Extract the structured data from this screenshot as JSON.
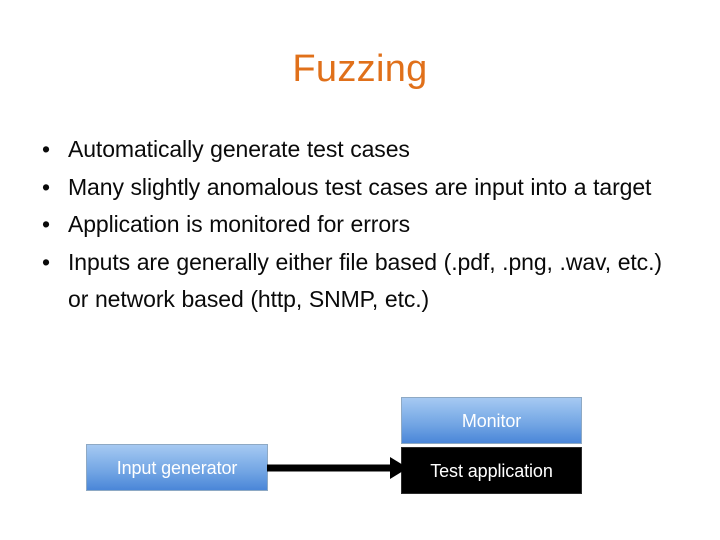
{
  "slide": {
    "title": "Fuzzing",
    "title_color": "#E0701A",
    "background_color": "#ffffff",
    "bullets": [
      "Automatically generate test cases",
      "Many slightly anomalous test cases are input into a target",
      "Application is monitored for errors",
      "Inputs are generally either file based (.pdf, .png, .wav, etc.) or network based (http, SNMP, etc.)"
    ],
    "bullet_marker": "•"
  },
  "diagram": {
    "blue_gradient_top": "#a6c9f2",
    "blue_gradient_bottom": "#4a86d8",
    "black_fill": "#000000",
    "label_color": "#ffffff",
    "nodes": {
      "input_generator": "Input generator",
      "monitor": "Monitor",
      "test_application": "Test application"
    },
    "arrow": {
      "name": "input-to-test-application-arrow",
      "from": "Input generator",
      "to": "Test application",
      "color": "#000000"
    }
  }
}
